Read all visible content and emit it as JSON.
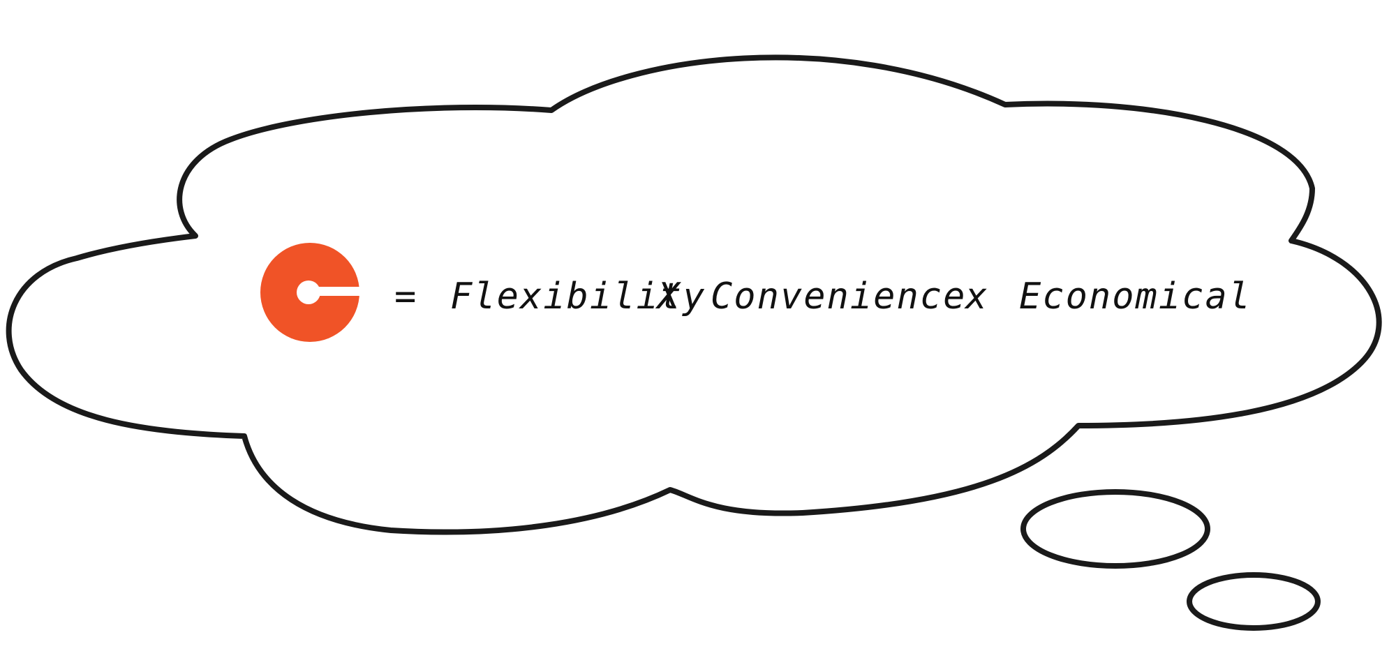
{
  "formula": {
    "equals": "=",
    "term1": "Flexibility",
    "op1": "X",
    "term2": "Convenience",
    "op2": "x",
    "term3": "Economical"
  },
  "logo": {
    "name": "g-logo-icon",
    "color": "#F05327",
    "inner_color": "#ffffff"
  },
  "outline_color": "#1a1a1a"
}
